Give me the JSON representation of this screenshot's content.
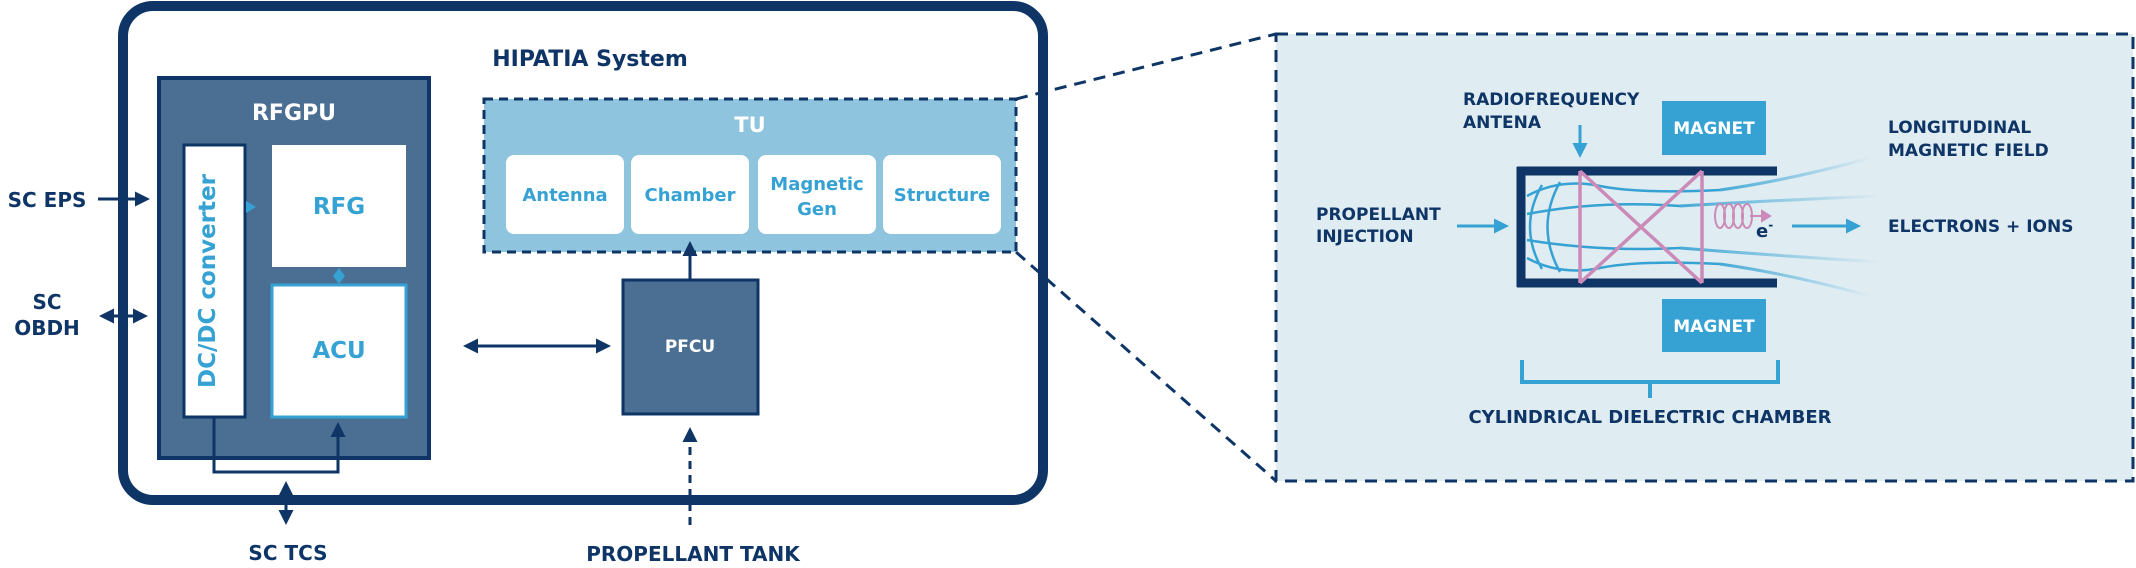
{
  "system": {
    "title": "HIPATIA System",
    "rfgpu": {
      "title": "RFGPU",
      "dcdc": "DC/DC converter",
      "rfg": "RFG",
      "acu": "ACU"
    },
    "tu": {
      "title": "TU",
      "parts": {
        "antenna": "Antenna",
        "chamber": "Chamber",
        "magnetic_l1": "Magnetic",
        "magnetic_l2": "Gen",
        "structure": "Structure"
      }
    },
    "pfcu": "PFCU"
  },
  "external": {
    "sc_eps": "SC EPS",
    "sc_obdh_l1": "SC",
    "sc_obdh_l2": "OBDH",
    "sc_tcs": "SC TCS",
    "propellant_tank": "PROPELLANT TANK"
  },
  "detail": {
    "rf_antena_l1": "RADIOFREQUENCY",
    "rf_antena_l2": "ANTENA",
    "magnet_top": "MAGNET",
    "magnet_bottom": "MAGNET",
    "propellant_l1": "PROPELLANT",
    "propellant_l2": "INJECTION",
    "field_l1": "LONGITUDINAL",
    "field_l2": "MAGNETIC FIELD",
    "output": "ELECTRONS + IONS",
    "electron": "e",
    "electron_sup": "-",
    "chamber_caption": "CYLINDRICAL DIELECTRIC CHAMBER"
  },
  "colors": {
    "navy": "#0e3566",
    "slate": "#4b6e93",
    "tu_blue": "#8ec4dd",
    "cyan": "#35a2d3",
    "panel": "#dfecf2",
    "pink": "#cc8ab8"
  }
}
